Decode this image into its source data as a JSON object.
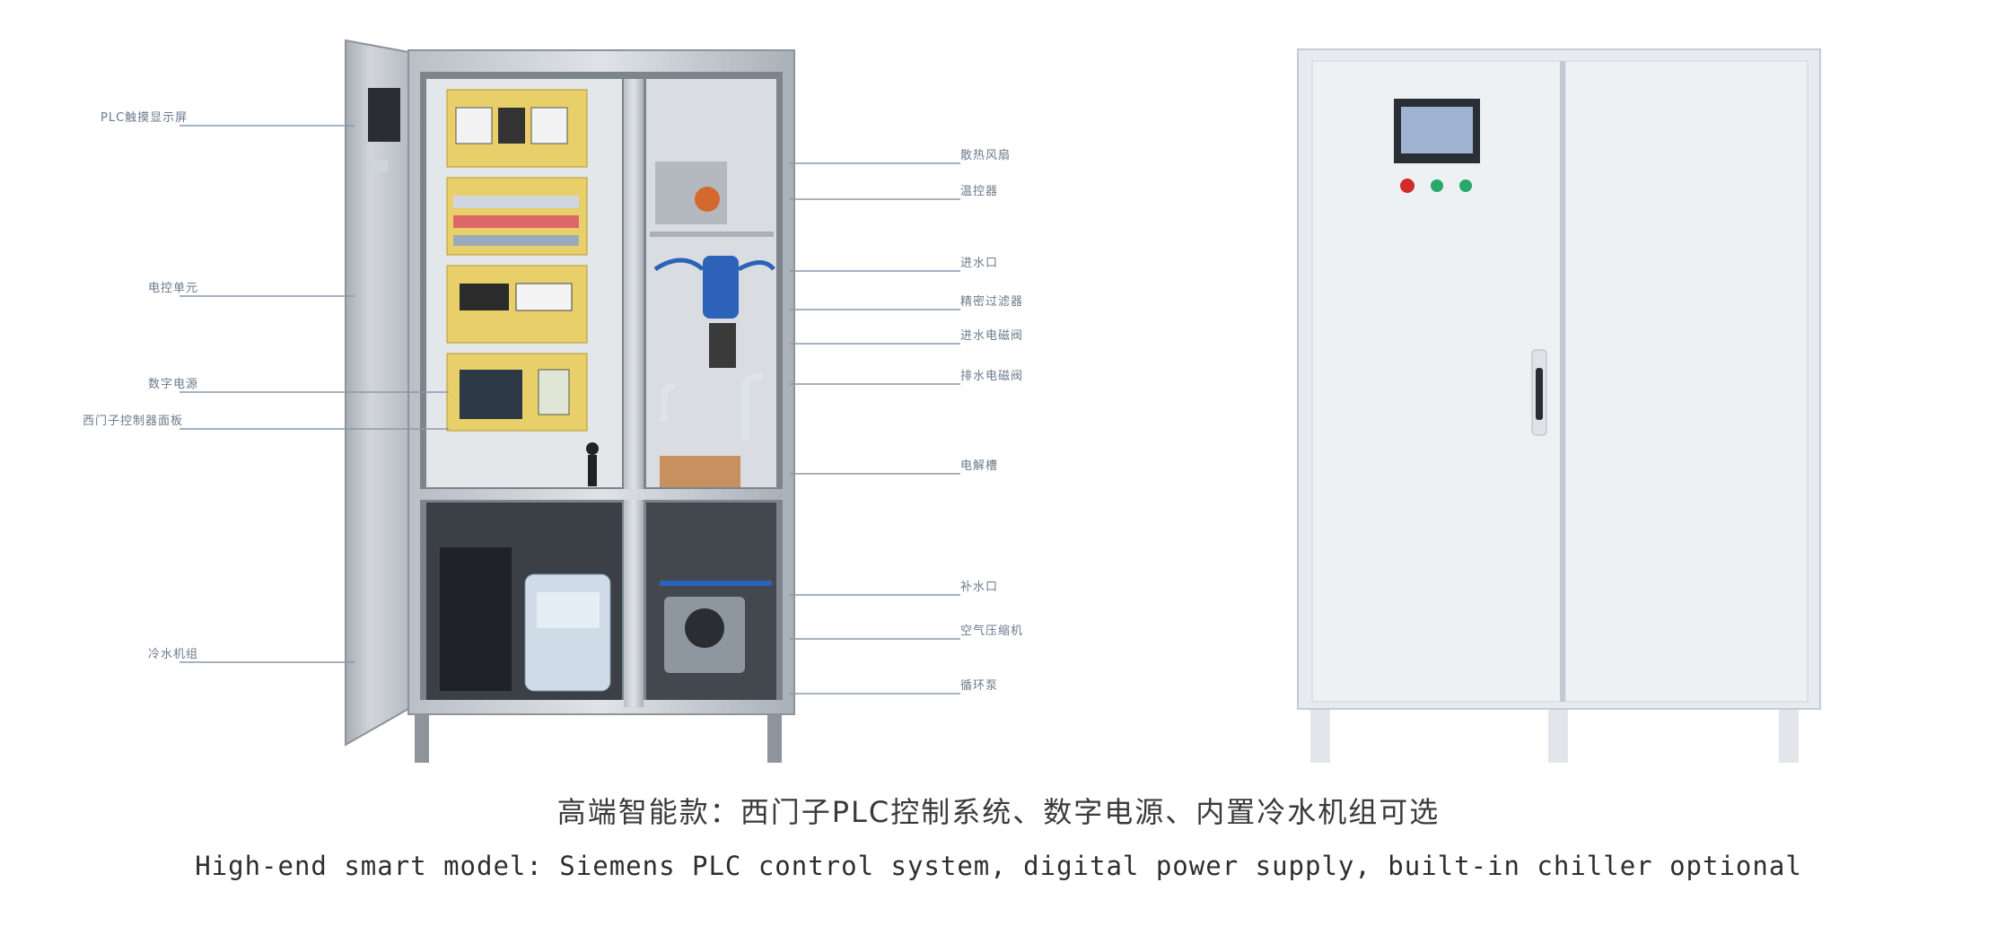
{
  "labels_left": [
    "PLC触摸显示屏",
    "电控单元",
    "数字电源",
    "西门子控制器面板",
    "冷水机组"
  ],
  "labels_right": [
    "散热风扇",
    "温控器",
    "进水口",
    "精密过滤器",
    "进水电磁阀",
    "排水电磁阀",
    "电解槽",
    "补水口",
    "空气压缩机",
    "循环泵"
  ],
  "caption": {
    "zh": "高端智能款：西门子PLC控制系统、数字电源、内置冷水机组可选",
    "en": "High-end smart model: Siemens PLC control system, digital power supply, built-in chiller optional"
  },
  "colors": {
    "cabinet_steel": "#c9ced3",
    "panel_yellow": "#e8cf6a",
    "closed_cabinet": "#eef1f4",
    "leader_line": "#8a99aa",
    "indicator_red": "#d42a2a",
    "indicator_green": "#2aa86a"
  }
}
